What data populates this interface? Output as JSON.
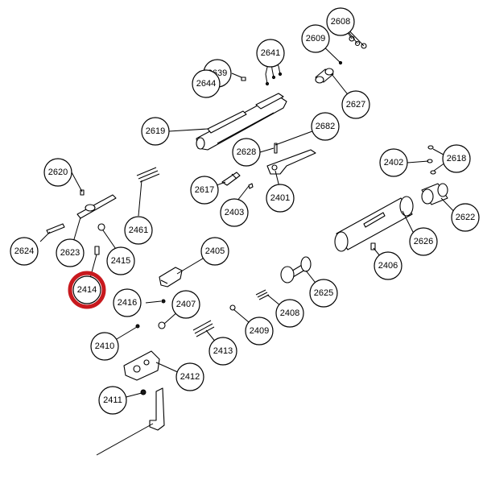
{
  "highlight_color": "#c8191e",
  "highlighted_label": "2414",
  "callouts": [
    {
      "label": "2608"
    },
    {
      "label": "2609"
    },
    {
      "label": "2641"
    },
    {
      "label": "2639"
    },
    {
      "label": "2644"
    },
    {
      "label": "2627"
    },
    {
      "label": "2682"
    },
    {
      "label": "2619"
    },
    {
      "label": "2628"
    },
    {
      "label": "2620"
    },
    {
      "label": "2617"
    },
    {
      "label": "2401"
    },
    {
      "label": "2402"
    },
    {
      "label": "2618"
    },
    {
      "label": "2403"
    },
    {
      "label": "2622"
    },
    {
      "label": "2461"
    },
    {
      "label": "2626"
    },
    {
      "label": "2624"
    },
    {
      "label": "2623"
    },
    {
      "label": "2415"
    },
    {
      "label": "2405"
    },
    {
      "label": "2406"
    },
    {
      "label": "2625"
    },
    {
      "label": "2414"
    },
    {
      "label": "2416"
    },
    {
      "label": "2407"
    },
    {
      "label": "2408"
    },
    {
      "label": "2409"
    },
    {
      "label": "2413"
    },
    {
      "label": "2410"
    },
    {
      "label": "2412"
    },
    {
      "label": "2411"
    }
  ]
}
